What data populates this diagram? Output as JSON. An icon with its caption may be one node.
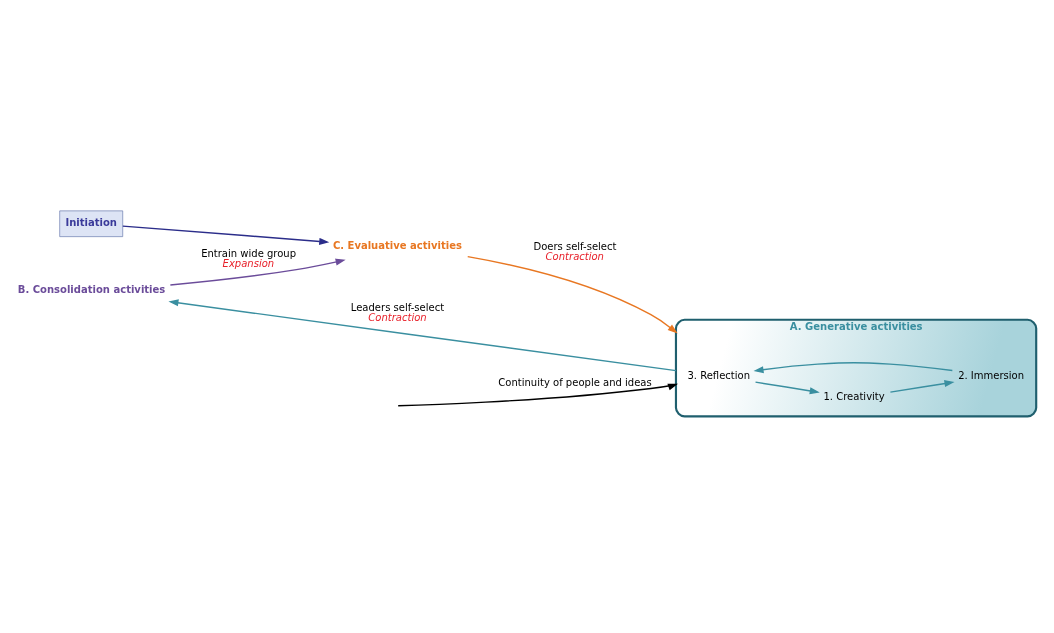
{
  "diagram": {
    "nodes": [
      {
        "text": [
          "Initiation"
        ]
      },
      {
        "text": [
          "B. Consolidation activities"
        ]
      },
      {
        "text": [
          "C. Evaluative activities"
        ]
      },
      {
        "text": [
          "A. Generative activities"
        ]
      },
      {
        "text": [
          "3. Reflection"
        ],
        "in": 3
      },
      {
        "text": [
          "1. Creativity"
        ],
        "in": 3
      },
      {
        "text": [
          "2. Immersion"
        ],
        "in": 3
      }
    ],
    "edges": [
      {
        "from": 0,
        "to": 2,
        "arrow": "to",
        "color": "#2b2d8a"
      },
      {
        "from": 1,
        "to": 2,
        "arrow": "to",
        "color": "#6b4c9a",
        "label": "Entrain wide group *Expansion*"
      },
      {
        "from": 2,
        "to": 3,
        "arrow": "to",
        "color": "#e87722",
        "label": "Doers self-select *Contraction*"
      },
      {
        "from": 3,
        "to": 1,
        "arrow": "to",
        "label": "Leaders self-select *Contraction*"
      },
      {
        "from": null,
        "to": 3,
        "arrow": "to",
        "color": "#000000",
        "label": "Continuity of people and ideas"
      },
      {
        "from": 4,
        "to": 5,
        "arrow": "to"
      },
      {
        "from": 5,
        "to": 6,
        "arrow": "to"
      },
      {
        "from": 6,
        "to": 4,
        "arrow": "to"
      }
    ]
  }
}
